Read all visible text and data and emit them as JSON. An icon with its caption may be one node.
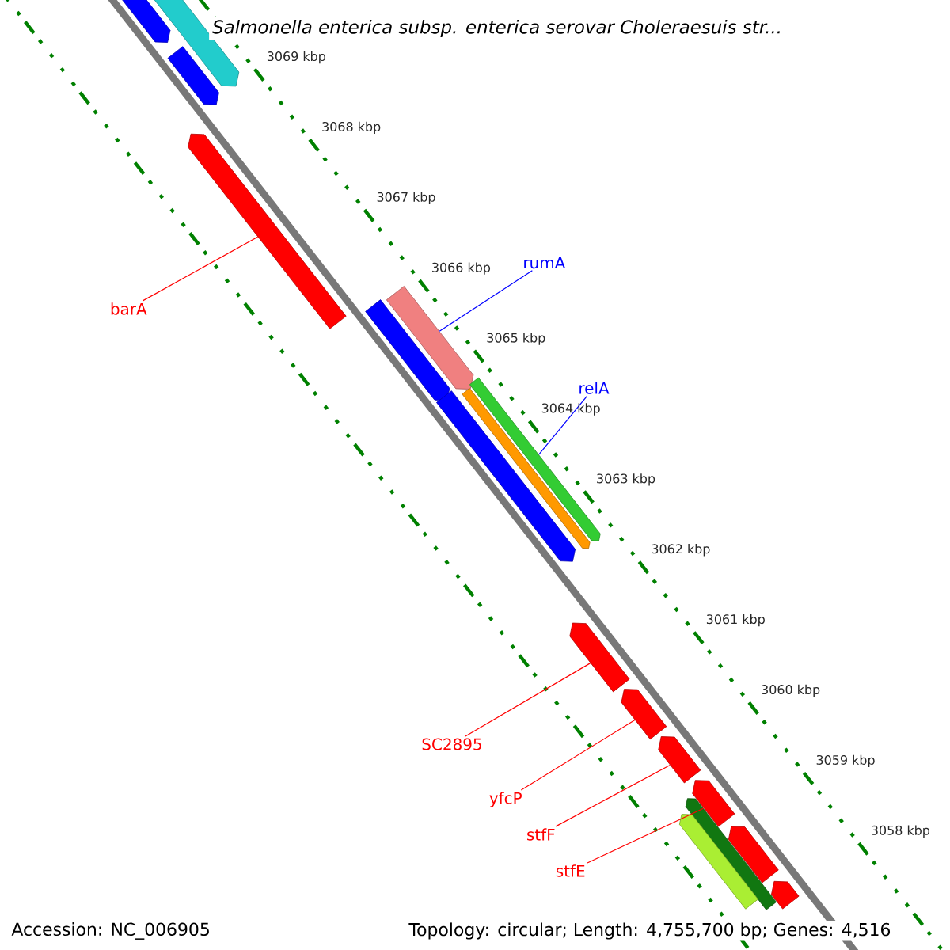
{
  "diagram": {
    "title": "Salmonella enterica subsp. enterica serovar Choleraesuis str...",
    "nodes": [
      {
        "text": [
          "barA"
        ]
      },
      {
        "text": [],
        "shape": "bar"
      },
      {
        "text": [
          "rumA"
        ]
      },
      {
        "text": [],
        "shape": "bar"
      },
      {
        "text": [
          "relA"
        ]
      },
      {
        "text": [],
        "shape": "bar"
      },
      {
        "text": [
          "SC2895"
        ]
      },
      {
        "text": [],
        "shape": "bar"
      },
      {
        "text": [
          "yfcP"
        ]
      },
      {
        "text": [],
        "shape": "bar"
      },
      {
        "text": [
          "stfF"
        ]
      },
      {
        "text": [],
        "shape": "bar"
      },
      {
        "text": [
          "stfE"
        ]
      },
      {
        "text": [],
        "shape": "bar"
      },
      {
        "text": [],
        "shape": "bar"
      },
      {
        "text": [],
        "shape": "bar"
      },
      {
        "text": [],
        "shape": "bar"
      },
      {
        "text": [],
        "shape": "bar"
      },
      {
        "text": [],
        "shape": "bar"
      },
      {
        "text": [],
        "shape": "bar"
      },
      {
        "text": [],
        "shape": "bar"
      },
      {
        "text": [],
        "shape": "bar"
      },
      {
        "text": [],
        "shape": "bar"
      },
      {
        "text": [],
        "shape": "bar"
      }
    ],
    "edges": [
      {
        "from": 0,
        "to": 1,
        "arrow": "none"
      },
      {
        "from": 2,
        "to": 3,
        "arrow": "none",
        "color": "#0000ff"
      },
      {
        "from": 4,
        "to": 5,
        "arrow": "none",
        "color": "#0000ff"
      },
      {
        "from": 6,
        "to": 7,
        "arrow": "none"
      },
      {
        "from": 8,
        "to": 9,
        "arrow": "none"
      },
      {
        "from": 10,
        "to": 11,
        "arrow": "none"
      },
      {
        "from": 12,
        "to": 13,
        "arrow": "none"
      }
    ],
    "labels": [
      "3069 kbp",
      "3068 kbp",
      "3067 kbp",
      "3066 kbp",
      "3065 kbp",
      "3064 kbp",
      "3063 kbp",
      "3062 kbp",
      "3061 kbp",
      "3060 kbp",
      "3059 kbp",
      "3058 kbp",
      "Accession: NC_006905",
      "Topology: circular; Length: 4,755,700 bp; Genes: 4,516"
    ]
  }
}
